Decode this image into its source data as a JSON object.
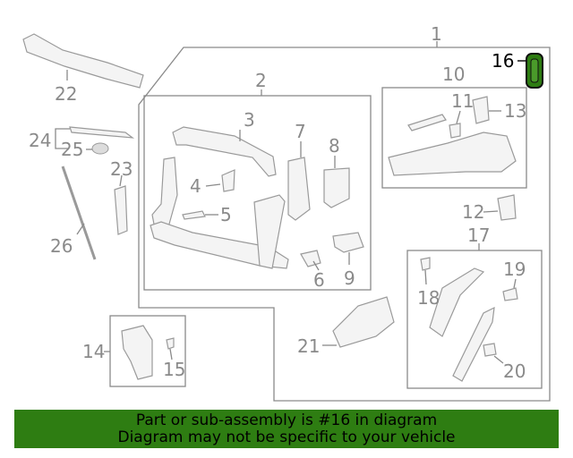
{
  "diagram": {
    "callouts": [
      "1",
      "2",
      "3",
      "4",
      "5",
      "6",
      "7",
      "8",
      "9",
      "10",
      "11",
      "12",
      "13",
      "14",
      "15",
      "16",
      "17",
      "18",
      "19",
      "20",
      "21",
      "22",
      "23",
      "24",
      "25",
      "26"
    ],
    "highlight_callout": "16",
    "highlight_color": "#2e7d12",
    "line_color": "#8a8a8a"
  },
  "banner": {
    "line1": "Part or sub-assembly is #16 in diagram",
    "line2": "Diagram may not be specific to your vehicle",
    "background": "#2e7d12"
  }
}
